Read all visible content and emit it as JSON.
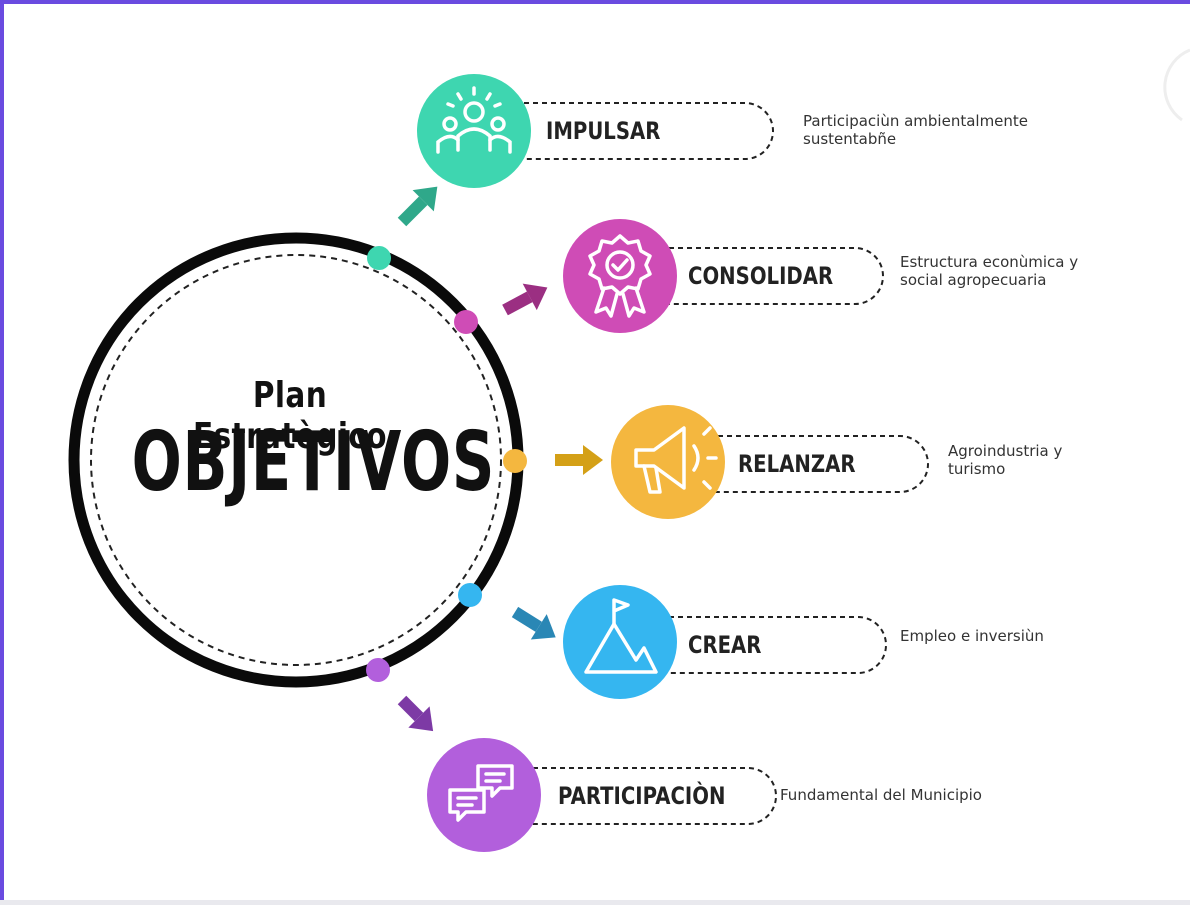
{
  "center": {
    "title": "Plan Estratègico",
    "heading": "OBJETIVOS"
  },
  "objectives": [
    {
      "label": "IMPULSAR",
      "desc_lines": [
        "Participaciùn ambientalmente",
        "sustentabñe"
      ],
      "color": "#3ed6b0",
      "arrow_color": "#2fa88a",
      "icon": "people-group-icon"
    },
    {
      "label": "CONSOLIDAR",
      "desc_lines": [
        "Estructura econùmica y",
        "social agropecuaria"
      ],
      "color": "#cf4cb6",
      "arrow_color": "#9b2f82",
      "icon": "award-badge-icon"
    },
    {
      "label": "RELANZAR",
      "desc_lines": [
        "Agroindustria y",
        "turismo"
      ],
      "color": "#f4b73f",
      "arrow_color": "#d4a017",
      "icon": "megaphone-icon"
    },
    {
      "label": "CREAR",
      "desc_lines": [
        "Empleo e inversiùn"
      ],
      "color": "#35b6f0",
      "arrow_color": "#2a87b5",
      "icon": "mountain-flag-icon"
    },
    {
      "label": "PARTICIPACIÒN",
      "desc_lines": [
        "Fundamental del Municipio"
      ],
      "color": "#b25fdc",
      "arrow_color": "#7d3aa5",
      "icon": "chat-bubbles-icon"
    }
  ]
}
